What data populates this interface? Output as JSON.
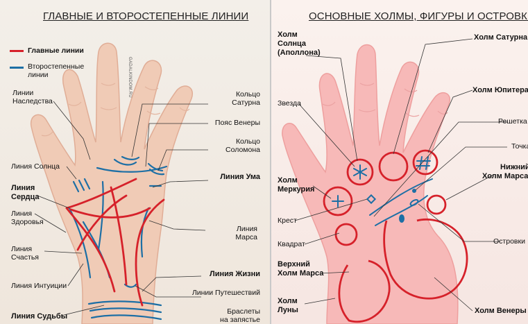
{
  "left": {
    "title": "ГЛАВНЫЕ И ВТОРОСТЕПЕННЫЕ ЛИНИИ",
    "legend": {
      "main": {
        "label": "Главные линии",
        "color": "#d6212a"
      },
      "secondary": {
        "label1": "Второстепенные",
        "label2": "линии",
        "color": "#1d6fa5"
      }
    },
    "watermark": "GADALKINDOM.RU",
    "labels": {
      "heredity": [
        "Линии",
        "Наследства"
      ],
      "sun_line": "Линия Солнца",
      "heart_line": [
        "Линия",
        "Сердца"
      ],
      "health_line": [
        "Линия",
        "Здоровья"
      ],
      "happiness_line": [
        "Линия",
        "Счастья"
      ],
      "intuition_line": "Линия Интуиции",
      "fate_line": "Линия Судьбы",
      "saturn_ring": [
        "Кольцо",
        "Сатурна"
      ],
      "venus_belt": "Пояс Венеры",
      "solomon_ring": [
        "Кольцо",
        "Соломона"
      ],
      "head_line": "Линия Ума",
      "mars_line": [
        "Линия",
        "Марса"
      ],
      "life_line": "Линия Жизни",
      "travel_lines": "Линии Путешествий",
      "bracelets": [
        "Браслеты",
        "на запястье"
      ]
    }
  },
  "right": {
    "title": "ОСНОВНЫЕ ХОЛМЫ, ФИГУРЫ И ОСТРОВКИ",
    "labels": {
      "sun_mount": [
        "Холм",
        "Солнца",
        "(Аполлона)"
      ],
      "star": "Звезда",
      "mercury_mount": [
        "Холм",
        "Меркурия"
      ],
      "cross": "Крест",
      "square": "Квадрат",
      "upper_mars": [
        "Верхний",
        "Холм Марса"
      ],
      "moon_mount": [
        "Холм",
        "Луны"
      ],
      "saturn_mount": "Холм Сатурна",
      "jupiter_mount": "Холм Юпитера",
      "grid": "Решетка",
      "dot": "Точка",
      "lower_mars": [
        "Нижний",
        "Холм Марса"
      ],
      "island": "Островки",
      "venus_mount": "Холм Венеры"
    }
  }
}
